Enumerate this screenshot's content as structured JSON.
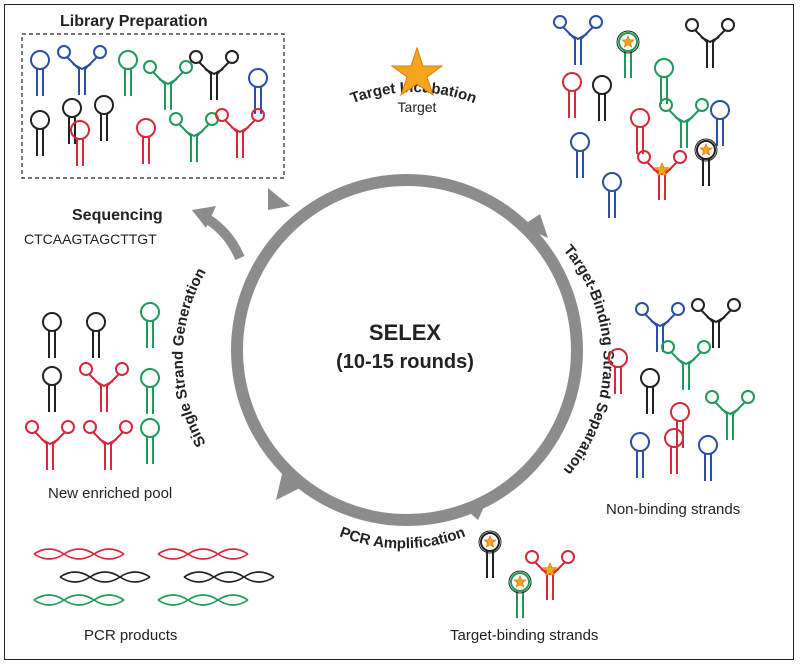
{
  "center": {
    "title": "SELEX",
    "subtitle": "(10-15 rounds)"
  },
  "steps": {
    "target_incubation": "Target Incubation",
    "separation": "Target-Binding Strand Separation",
    "pcr": "PCR Amplification",
    "single_strand": "Single Strand Generation"
  },
  "labels": {
    "library_preparation": "Library Preparation",
    "target": "Target",
    "sequencing": "Sequencing",
    "sequence": "CTCAAGTAGCTTGT",
    "non_binding": "Non-binding strands",
    "target_binding": "Target-binding strands",
    "new_pool": "New enriched pool",
    "pcr_products": "PCR products"
  },
  "colors": {
    "blue": "#2b4fa3",
    "green": "#1f9a5a",
    "red": "#d42a3a",
    "black": "#222222",
    "arrow": "#8c8c8c",
    "star_fill": "#f5a51c",
    "star_stroke": "#e07a10"
  }
}
